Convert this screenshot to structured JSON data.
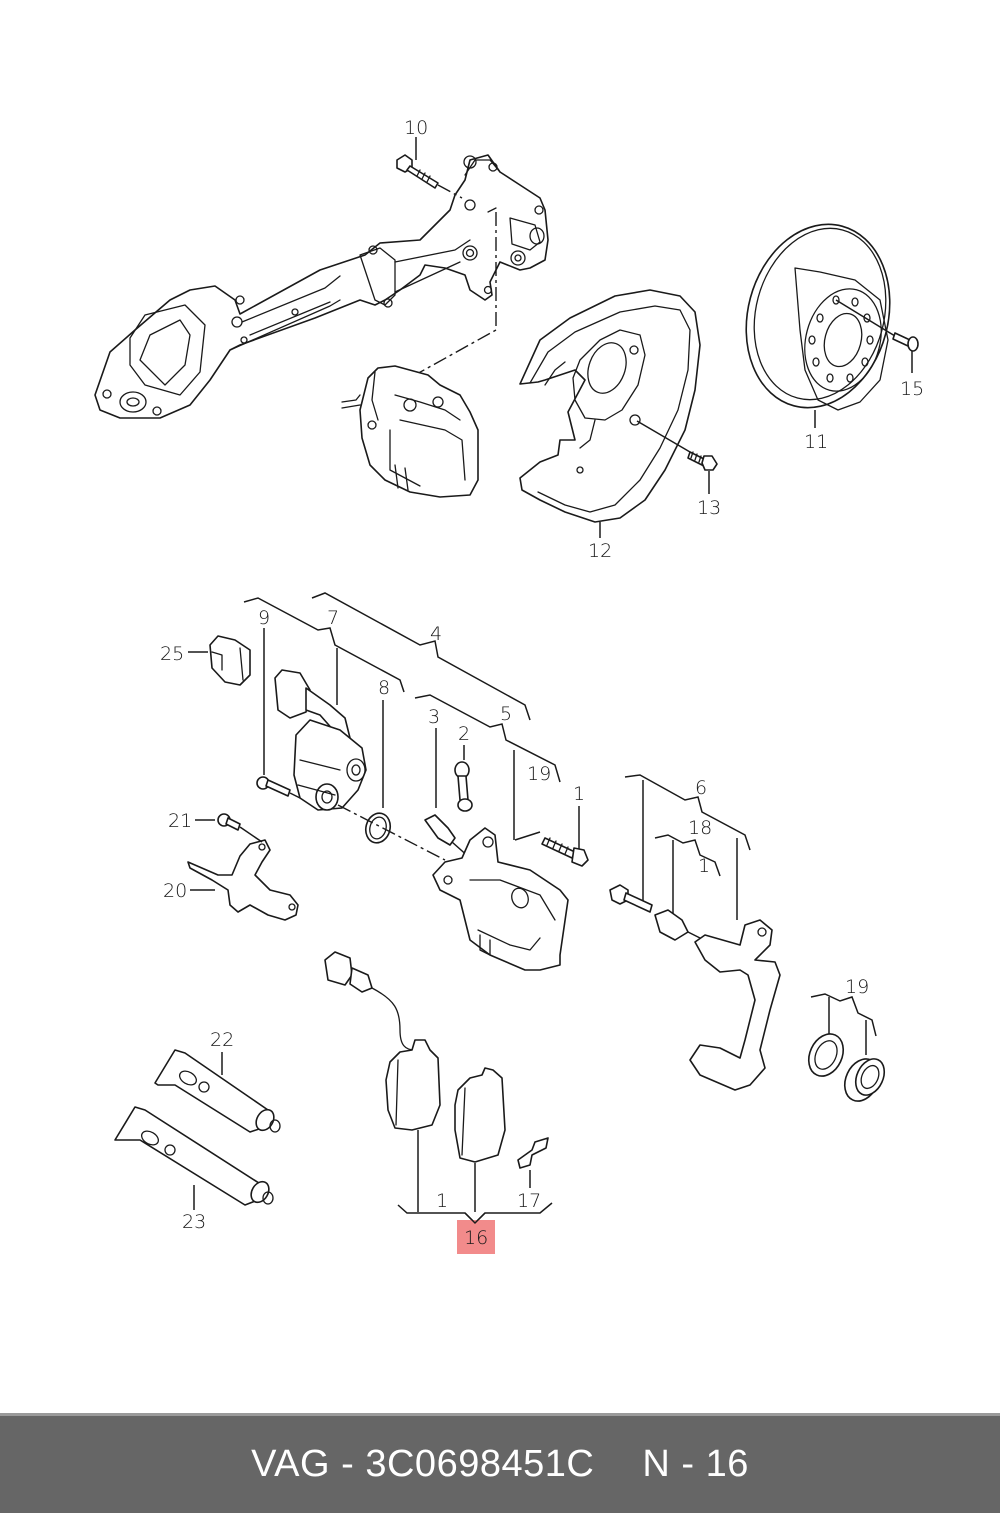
{
  "diagram": {
    "type": "exploded-parts-diagram",
    "highlight_color": "#f28b8b",
    "callouts": {
      "c10": "10",
      "c11": "11",
      "c12": "12",
      "c13": "13",
      "c15": "15",
      "c9": "9",
      "c7": "7",
      "c4": "4",
      "c8": "8",
      "c25": "25",
      "c3": "3",
      "c2": "2",
      "c5": "5",
      "c19a": "19",
      "c1a": "1",
      "c21": "21",
      "c20": "20",
      "c6": "6",
      "c18": "18",
      "c1b": "1",
      "c19b": "19",
      "c22": "22",
      "c23": "23",
      "c1c": "1",
      "c17": "17",
      "c16": "16"
    },
    "highlighted_callout": "16"
  },
  "footer": {
    "brand": "VAG",
    "separator": "-",
    "part_number": "3C0698451C",
    "position_prefix": "N",
    "position_number": "16",
    "background": "#666666"
  }
}
